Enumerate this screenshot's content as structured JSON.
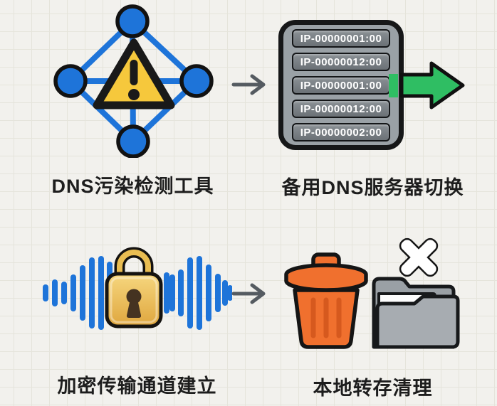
{
  "diagram_title": "",
  "palette": {
    "bg": "#f2f1ed",
    "grid": "#e5e4db",
    "ink": "#1d1d1d",
    "blue": "#1e74d9",
    "yellow": "#f6c83c",
    "green": "#2fbe63",
    "gray-arrow": "#555b61",
    "server-body": "#9aa1a6",
    "server-row-top": "#8a9095",
    "server-row-bottom": "#6b7176",
    "gold-light": "#f6d77f",
    "gold-dark": "#dfa63e",
    "gold": "#e9bd52",
    "keyhole": "#453321",
    "orange": "#f0702e",
    "orange-dark": "#d6591e",
    "folder-back": "#9aa0a5",
    "folder-front": "#a7acb1"
  },
  "steps": [
    {
      "id": "dns-detect",
      "label": "DNS污染检测工具",
      "icon": "network-warning-icon"
    },
    {
      "id": "dns-switch",
      "label": "备用DNS服务器切换",
      "icon": "dns-server-list-icon"
    },
    {
      "id": "encrypt",
      "label": "加密传输通道建立",
      "icon": "waveform-lock-icon"
    },
    {
      "id": "cleanup",
      "label": "本地转存清理",
      "icon": "trash-folder-icon"
    }
  ],
  "server": {
    "rows": [
      "IP-00000001:00",
      "IP-00000012:00",
      "IP-00000001:00",
      "IP-00000012:00",
      "IP-00000002:00"
    ]
  }
}
